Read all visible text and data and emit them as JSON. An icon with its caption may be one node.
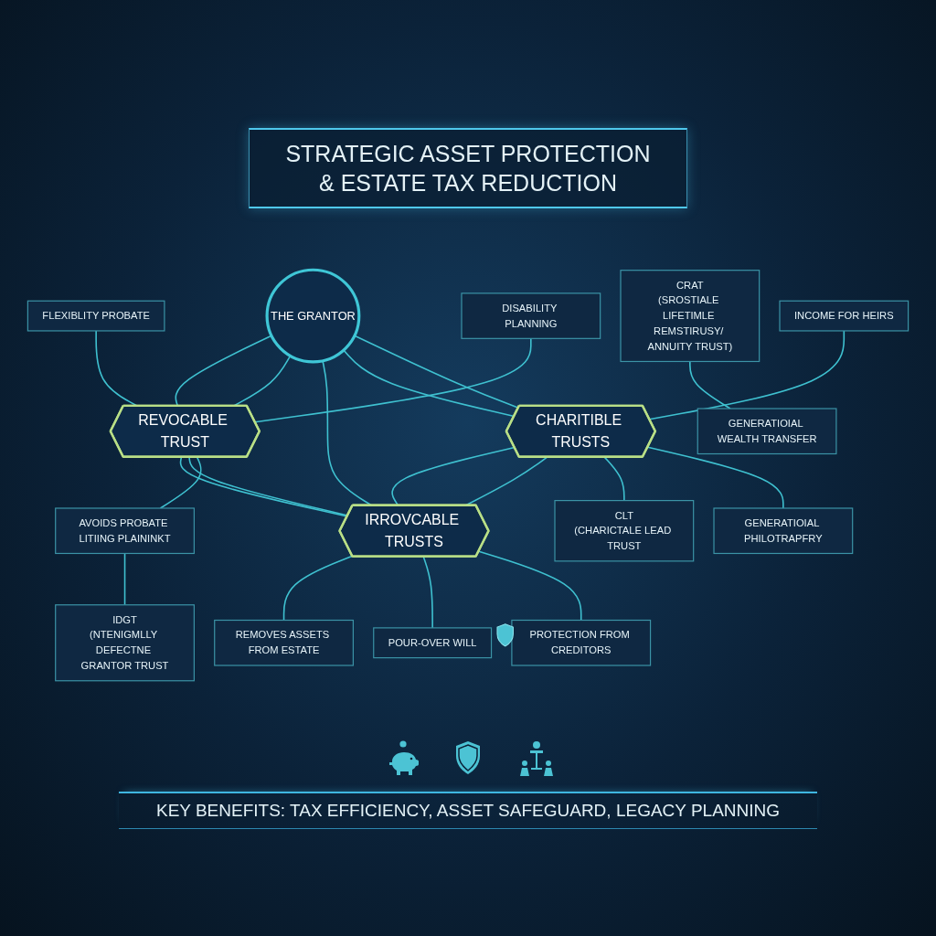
{
  "diagram": {
    "title": "STRATEGIC ASSET PROTECTION & ESTATE TAX REDUCTION",
    "caption": "KEY BENEFITS: TAX EFFICIENCY, ASSET SAFEGUARD, LEGACY PLANNING",
    "nodes": [
      {
        "text": [
          "FLEXIBLITY PROBATE"
        ]
      },
      {
        "text": [
          "THE GRANTOR"
        ]
      },
      {
        "text": [
          "INCOME FOR HEIRS"
        ]
      },
      {
        "text": [
          "REVOCABLE TRUST"
        ]
      },
      {
        "text": [
          "CHARITIBLE TRUSTS"
        ]
      },
      {
        "text": [
          "DISABILITY PLANNING"
        ]
      },
      {
        "text": [
          "IRROVCABLE TRUSTS"
        ]
      },
      {
        "text": [
          "CLT",
          "(CHARICTALE LEAD TRUST"
        ]
      },
      {
        "text": [
          "IDGT",
          "(NTENIGMLLY DEFECTNE GRANTOR TRUST"
        ]
      },
      {
        "text": [
          "CRAT",
          "(SROSTIALE LIFETIMLE REMSTIRUSY/ ANNUITY TRUST)"
        ]
      },
      {
        "text": [
          "AVOIDS PROBATE LITIING PLAININKT"
        ]
      },
      {
        "text": [
          "GENERATIOIAL PHILOTRAPFRY"
        ]
      },
      {
        "text": [
          "GENERATIOIAL WEALTH TRANSFER"
        ]
      },
      {
        "text": [
          "REMOVES ASSETS FROM ESTATE"
        ]
      },
      {
        "text": [
          "PROTECTION FROM CREDITORS"
        ]
      },
      {
        "text": [
          "POUR-OVER WILL"
        ]
      }
    ],
    "edges": [
      {
        "from": 1,
        "to": 3,
        "arrow": "none"
      },
      {
        "from": 1,
        "to": 3,
        "arrow": "none"
      },
      {
        "from": 1,
        "to": 6,
        "arrow": "none"
      },
      {
        "from": 1,
        "to": 4,
        "arrow": "none"
      },
      {
        "from": 1,
        "to": 4,
        "arrow": "none"
      },
      {
        "from": 3,
        "to": 6,
        "arrow": "none"
      },
      {
        "from": 3,
        "to": 6,
        "arrow": "none"
      },
      {
        "from": 4,
        "to": 6,
        "arrow": "none"
      },
      {
        "from": 4,
        "to": 6,
        "arrow": "none"
      },
      {
        "from": 0,
        "to": 3,
        "arrow": "none"
      },
      {
        "from": 5,
        "to": 3,
        "arrow": "none"
      },
      {
        "from": 3,
        "to": 10,
        "arrow": "none"
      },
      {
        "from": 10,
        "to": 8,
        "arrow": "none"
      },
      {
        "from": 6,
        "to": 13,
        "arrow": "none"
      },
      {
        "from": 6,
        "to": 15,
        "arrow": "none"
      },
      {
        "from": 6,
        "to": 14,
        "arrow": "none"
      },
      {
        "from": 9,
        "to": 12,
        "arrow": "none"
      },
      {
        "from": 2,
        "to": 4,
        "arrow": "none"
      },
      {
        "from": 4,
        "to": 7,
        "arrow": "none"
      },
      {
        "from": 4,
        "to": 11,
        "arrow": "none"
      }
    ]
  }
}
